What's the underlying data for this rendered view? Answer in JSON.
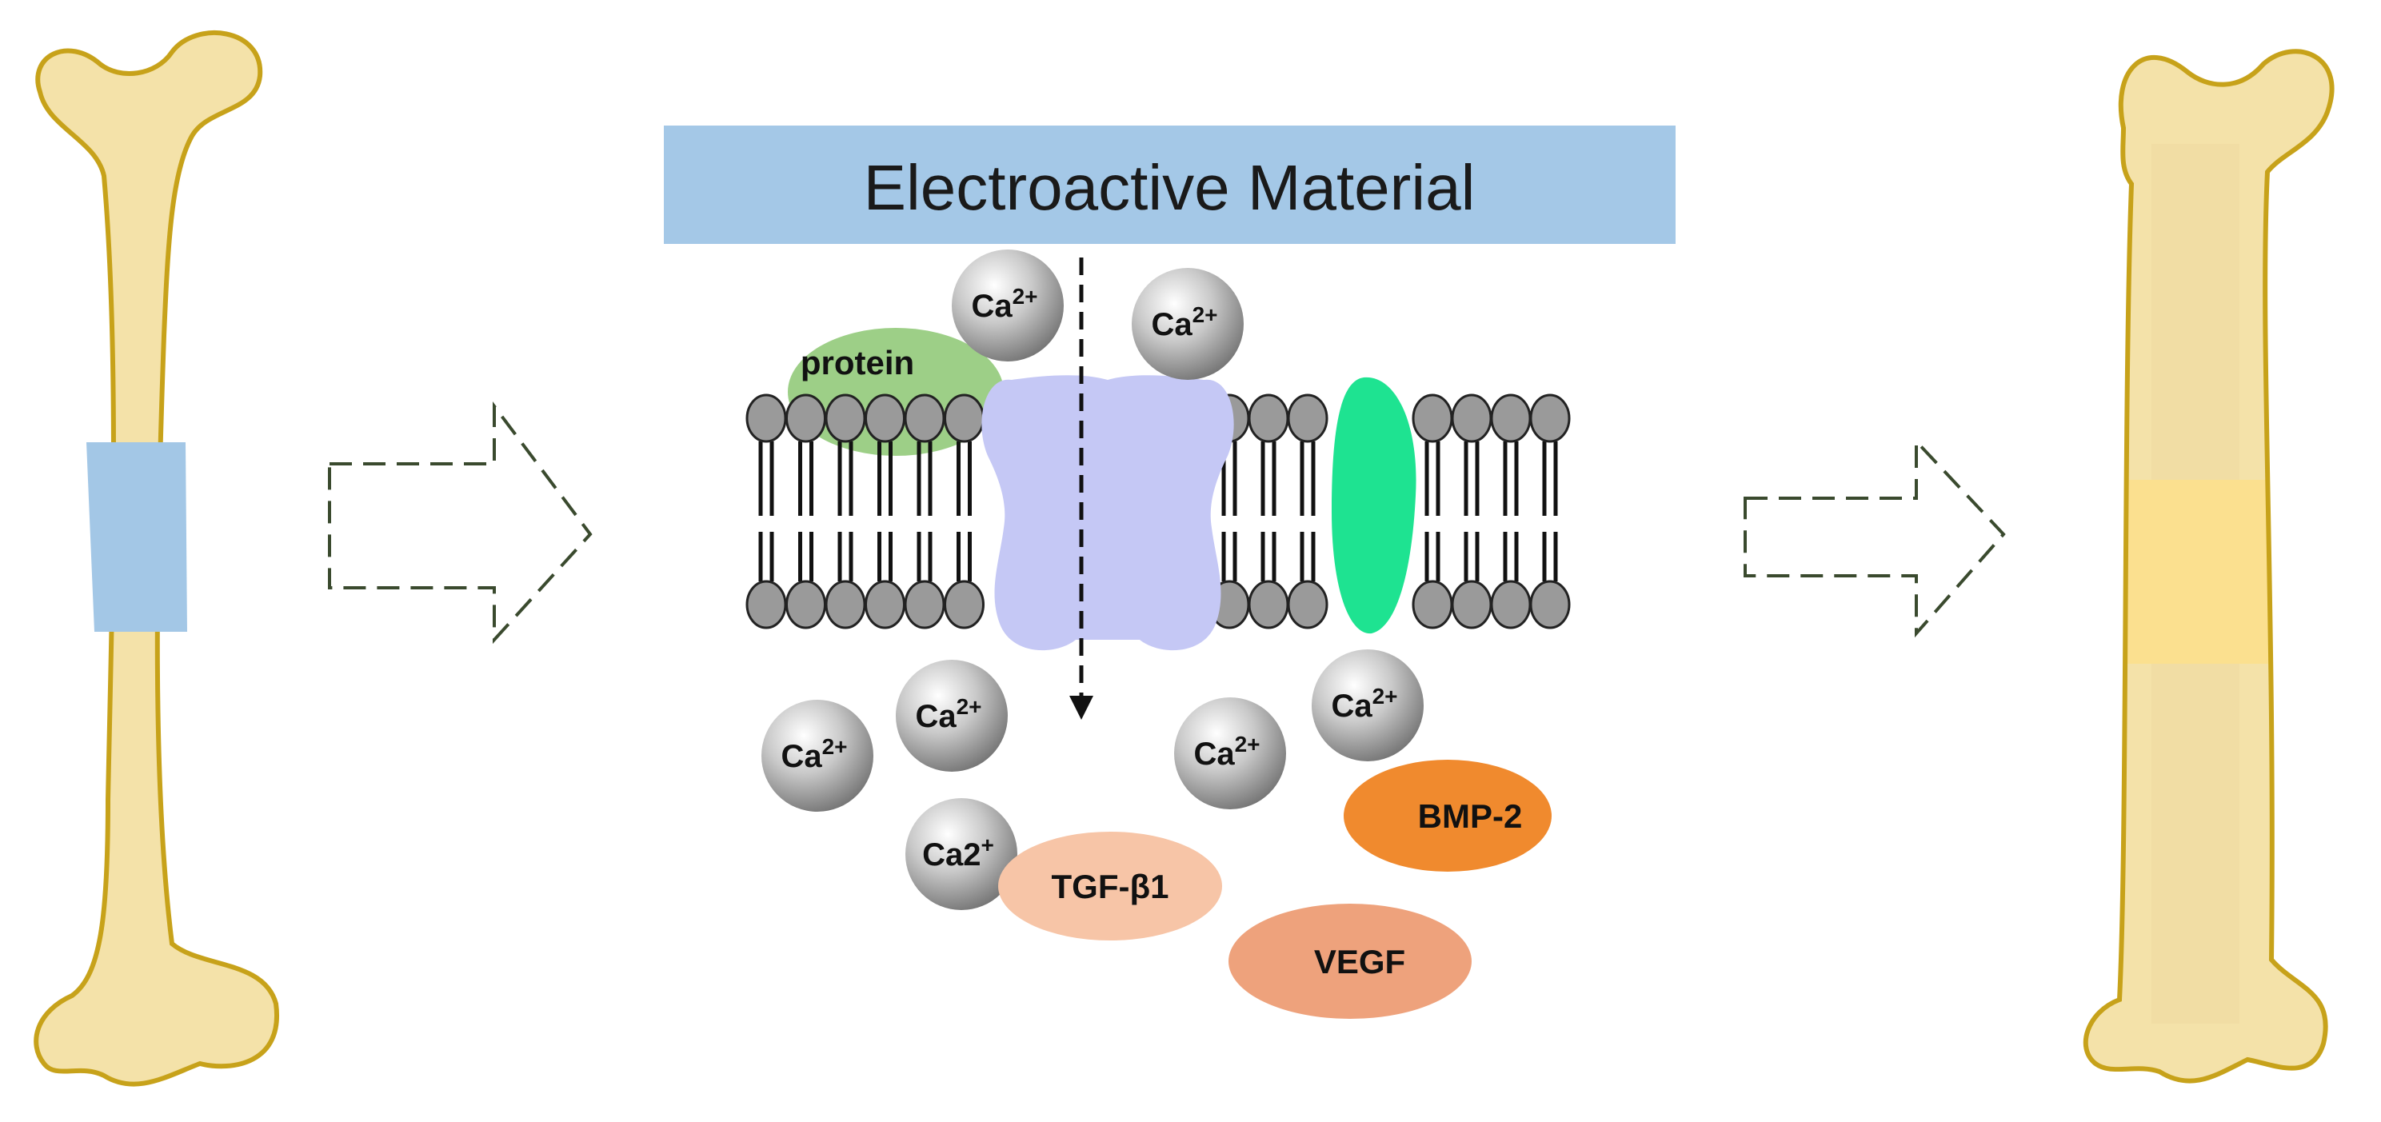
{
  "title": "Electroactive Material",
  "labels": {
    "protein": "protein",
    "tgf": "TGF-β1",
    "bmp": "BMP-2",
    "vegf": "VEGF"
  },
  "ions": [
    {
      "base": "Ca",
      "sup": "2+"
    },
    {
      "base": "Ca",
      "sup": "2+"
    },
    {
      "base": "Ca",
      "sup": "2+"
    },
    {
      "base": "Ca",
      "sup": "2+"
    },
    {
      "base": "Ca",
      "sup": "2+"
    },
    {
      "base": "Ca",
      "sup": "2+"
    },
    {
      "base": "Ca2",
      "sup": "+"
    }
  ],
  "colors": {
    "bone_fill": "#f4e2a9",
    "bone_outline": "#c7a21a",
    "bone_healed_band": "#fbe08f",
    "defect": "#a3c7e6",
    "material_bar": "#a4c8e7",
    "protein": "#9dcf87",
    "channel": "#c5c8f5",
    "green_protein": "#1ee391",
    "lipid_head": "#9a9a9a",
    "tgf": "#f7c5a7",
    "bmp": "#f08a2e",
    "vegf": "#eea27c",
    "arrow_dash": "#3a4a2e"
  }
}
